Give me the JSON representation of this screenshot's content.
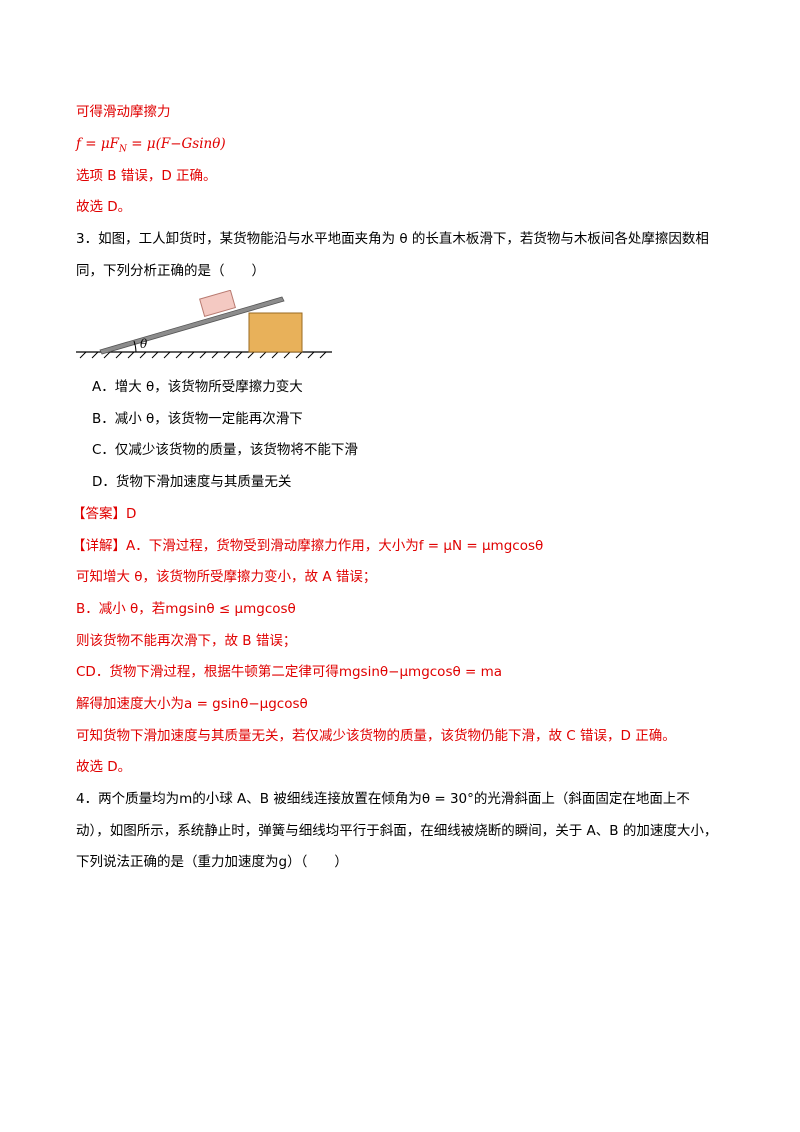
{
  "colors": {
    "answer_red": "#e00000",
    "text": "#000000",
    "crate_fill": "#e8b15a",
    "box_fill": "#f4c9c2",
    "board": "#8c8c8c"
  },
  "prev": {
    "l1": "可得滑动摩擦力",
    "l2": "f = μF",
    "l2_sub": "N",
    "l2_rest": " = μ(F−Gsinθ)",
    "l3": "选项 B 错误，D 正确。",
    "l4": "故选 D。"
  },
  "q3": {
    "stem1": "3．如图，工人卸货时，某货物能沿与水平地面夹角为 θ 的长直木板滑下，若货物与木板间各处摩擦因数相",
    "stem2": "同，下列分析正确的是（　　）",
    "figure_theta": "θ",
    "options": [
      "A．增大 θ，该货物所受摩擦力变大",
      "B．减小 θ，该货物一定能再次滑下",
      "C．仅减少该货物的质量，该货物将不能下滑",
      "D．货物下滑加速度与其质量无关"
    ],
    "answer": "【答案】D",
    "detail": [
      "【详解】A．下滑过程，货物受到滑动摩擦力作用，大小为f = μN = μmgcosθ",
      "可知增大 θ，该货物所受摩擦力变小，故 A 错误；",
      "B．减小 θ，若mgsinθ ≤ μmgcosθ",
      "则该货物不能再次滑下，故 B 错误；",
      "CD．货物下滑过程，根据牛顿第二定律可得mgsinθ−μmgcosθ = ma",
      "解得加速度大小为a = gsinθ−μgcosθ",
      "可知货物下滑加速度与其质量无关，若仅减少该货物的质量，该货物仍能下滑，故 C 错误，D 正确。",
      "故选 D。"
    ]
  },
  "q4": {
    "stem1": "4．两个质量均为m的小球 A、B 被细线连接放置在倾角为θ = 30°的光滑斜面上（斜面固定在地面上不",
    "stem2": "动），如图所示，系统静止时，弹簧与细线均平行于斜面，在细线被烧断的瞬间，关于 A、B 的加速度大小，",
    "stem3": "下列说法正确的是（重力加速度为g）（　　）"
  }
}
